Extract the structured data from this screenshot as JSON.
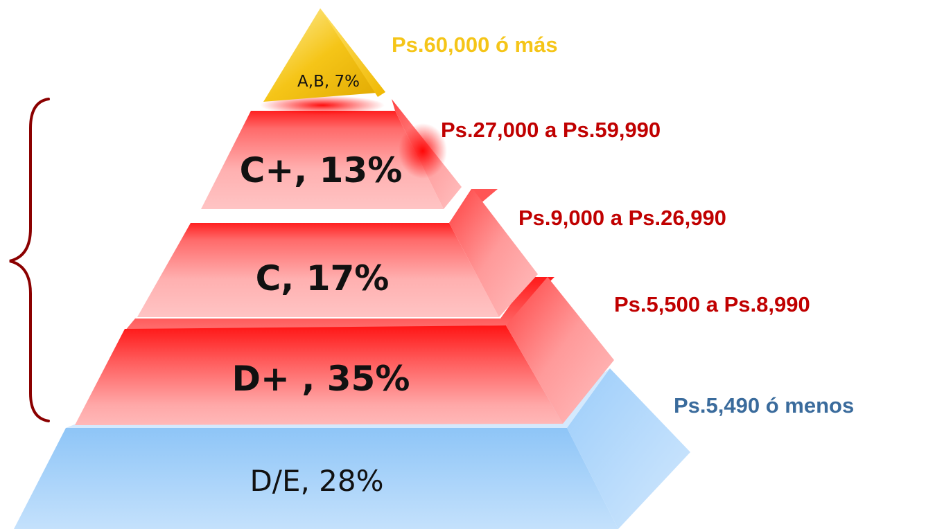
{
  "colors": {
    "top": "#f5c518",
    "middle": "#e8000a",
    "base": "#8ec5f7",
    "income_top": "#f5c518",
    "income_middle": "#c00000",
    "income_base": "#3a6b9c",
    "brace": "#8b0000"
  },
  "pyramid": {
    "levels": [
      {
        "segment": "A,B",
        "percent": "7%",
        "label": "A,B, 7%",
        "income": "Ps.60,000 ó más"
      },
      {
        "segment": "C+",
        "percent": "13%",
        "label": "C+, 13%",
        "income": "Ps.27,000 a Ps.59,990"
      },
      {
        "segment": "C",
        "percent": "17%",
        "label": "C, 17%",
        "income": "Ps.9,000 a Ps.26,990"
      },
      {
        "segment": "D+",
        "percent": "35%",
        "label": "D+ , 35%",
        "income": "Ps.5,500 a Ps.8,990"
      },
      {
        "segment": "D/E",
        "percent": "28%",
        "label": "D/E, 28%",
        "income": "Ps.5,490 ó menos"
      }
    ]
  },
  "brace": {
    "icon": "curly-brace-icon"
  }
}
